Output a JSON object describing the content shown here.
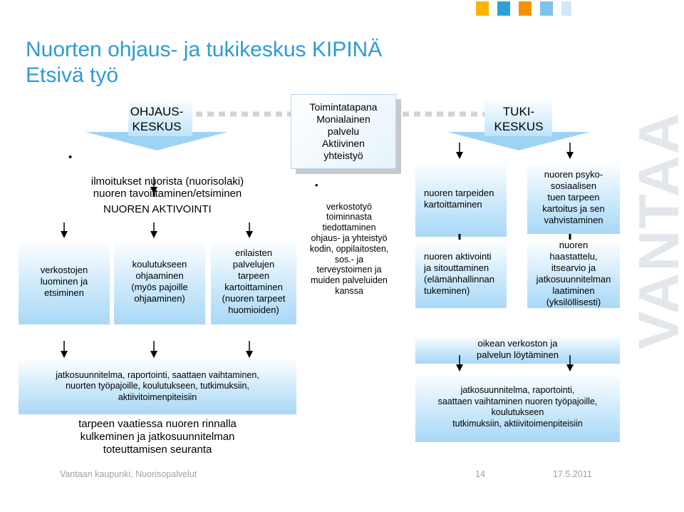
{
  "title": {
    "line1": "Nuorten ohjaus- ja tukikeskus KIPINÄ",
    "line2": "Etsivä työ"
  },
  "ohjaus_header": "OHJAUS-\nKESKUS",
  "tuki_header": "TUKI-\nKESKUS",
  "left_bullet": "ilmoitukset nuorista (nuorisolaki)\nnuoren tavoittaminen/etsiminen",
  "aktivointi_label": "NUOREN AKTIVOINTI",
  "left_boxes": [
    "verkostojen\nluominen ja\netsiminen",
    "koulutukseen\nohjaaminen\n(myös pajoille\nohjaaminen)",
    "erilaisten\npalvelujen\ntarpeen\nkartoittaminen\n(nuoren tarpeet\nhuomioiden)"
  ],
  "center_card": "Toimintatapana\nMonialainen\npalvelu\nAktiivinen\nyhteistyö",
  "center_bullet": "verkostotyö\ntoiminnasta\ntiedottaminen\nohjaus- ja yhteistyö\nkodin, oppilaitosten,\nsos.- ja\nterveystoimen ja\nmuiden palveluiden\nkanssa",
  "right_col1": [
    "nuoren tarpeiden\nkartoittaminen",
    "nuoren aktivointi\nja sitouttaminen\n(elämänhallinnan\ntukeminen)"
  ],
  "right_col2": [
    "nuoren psyko-\nsosiaalisen\ntuen tarpeen\nkartoitus ja sen\nvahvistaminen",
    "nuoren\nhaastattelu,\nitsearvio ja\njatkosuunnitelman\nlaatiminen\n(yksilöllisesti)"
  ],
  "right_wide": "oikean verkoston ja\npalvelun löytäminen",
  "bottom_left_top": "jatkosuunnitelma, raportointi, saattaen vaihtaminen,\nnuorten työpajoille, koulutukseen, tutkimuksiin,\naktiivitoimenpiteisiin",
  "bottom_left_bottom": "tarpeen vaatiessa nuoren rinnalla\nkulkeminen ja jatkosuunnitelman\ntoteuttamisen seuranta",
  "bottom_right": "jatkosuunnitelma, raportointi,\nsaattaen vaihtaminen nuoren työpajoille,\nkoulutukseen\ntutkimuksiin, aktiivitoimenpiteisiin",
  "footer": {
    "org": "Vantaan kaupunki, Nuorisopalvelut",
    "page": "14",
    "date": "17.5.2011"
  },
  "watermark": "VANTAA",
  "colors": {
    "title": "#2e9ad6",
    "box_dark": "#a9d8f6",
    "sq1": "#f7b500",
    "sq2": "#2ea0d8",
    "sq3": "#f39200",
    "sq4": "#7ec2ea"
  }
}
